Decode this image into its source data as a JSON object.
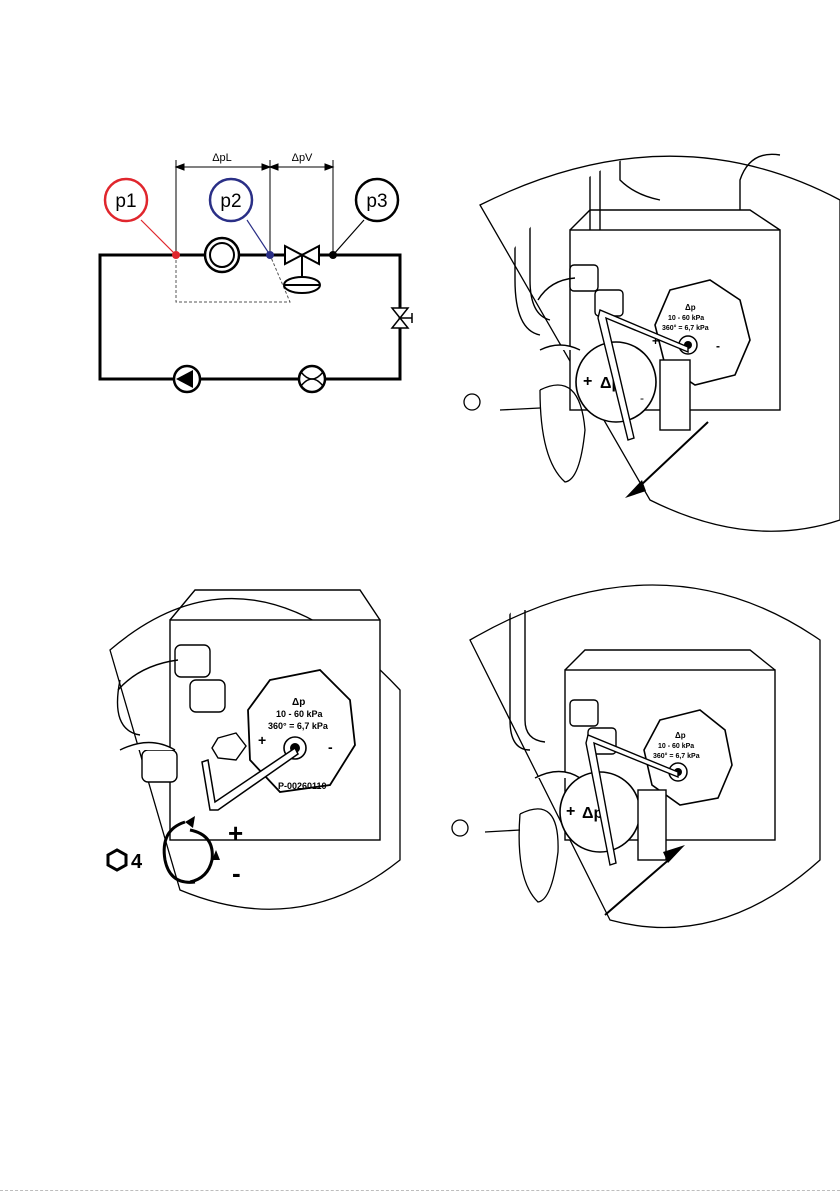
{
  "schematic": {
    "delta_pl": "ΔpL",
    "delta_pv": "ΔpV",
    "p1": "p1",
    "p2": "p2",
    "p3": "p3",
    "colors": {
      "p1": "#e0262d",
      "p2": "#2a2f86",
      "p3": "#000000"
    }
  },
  "valve_head": {
    "delta_p": "Δp",
    "range": "10 - 60 kPa",
    "turn": "360° = 6,7 kPa",
    "dial": "Δp",
    "part_number": "P-00260110",
    "plus": "+",
    "minus": "-"
  },
  "adjust": {
    "hex_size": "4",
    "plus": "+",
    "minus": "-",
    "hex_icon": "hex-key-icon",
    "rotate_icon": "rotate-arrows-icon"
  }
}
